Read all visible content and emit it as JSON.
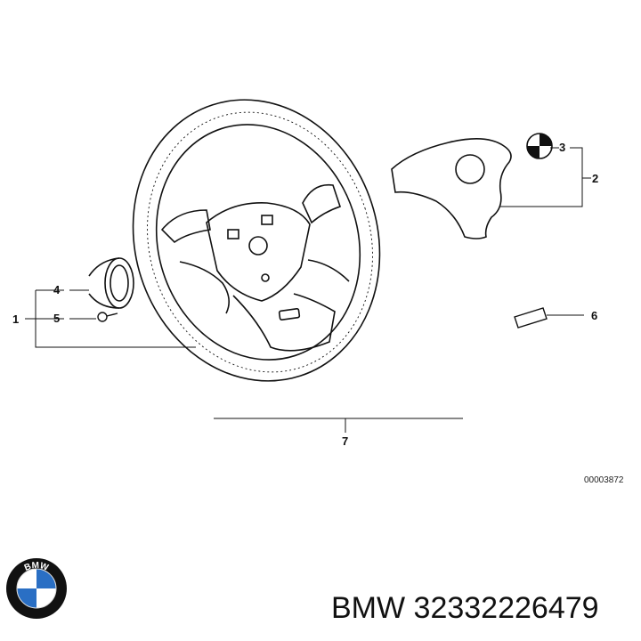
{
  "diagram": {
    "callouts": {
      "c1": "1",
      "c2": "2",
      "c3": "3",
      "c4": "4",
      "c5": "5",
      "c6": "6",
      "c7": "7"
    },
    "diagram_id": "00003872"
  },
  "caption": {
    "brand": "BMW",
    "part_number": "32332226479"
  },
  "logo": {
    "letters": "BMW",
    "colors": {
      "ring": "#111111",
      "blue": "#2a6fc4",
      "white": "#ffffff"
    },
    "icon": "bmw-roundel-icon"
  }
}
